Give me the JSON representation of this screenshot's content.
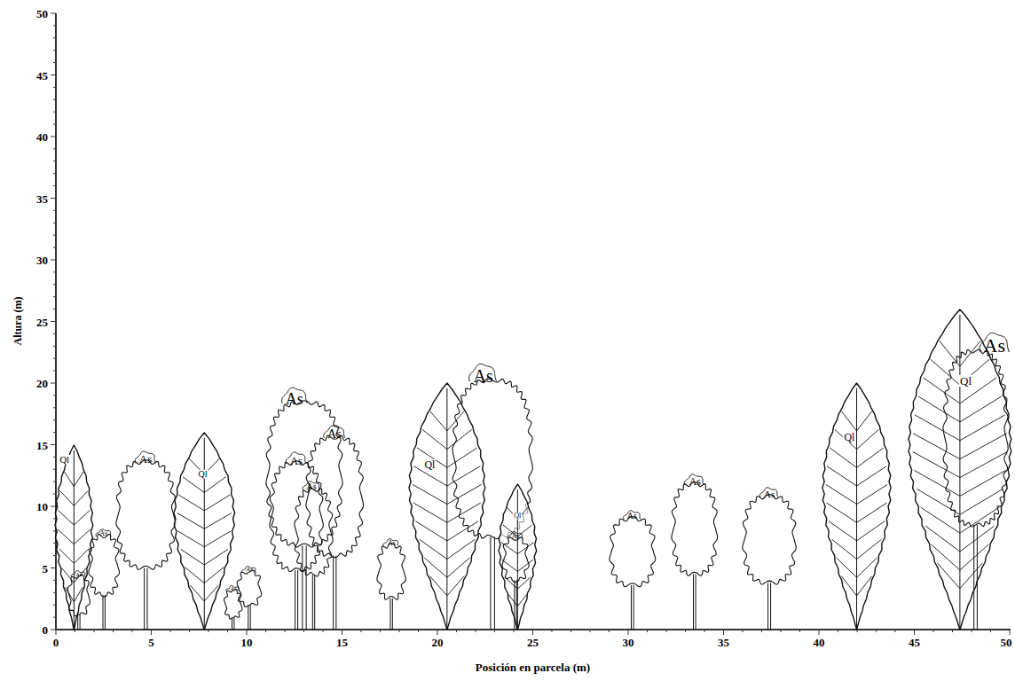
{
  "diagram": {
    "nodes": [
      {
        "text": [
          "Ql"
        ]
      },
      {
        "text": [
          "As"
        ]
      },
      {
        "text": [
          "As"
        ]
      },
      {
        "text": [
          "As"
        ]
      },
      {
        "text": [
          "Ql"
        ]
      },
      {
        "text": [
          "As"
        ]
      },
      {
        "text": [
          "As"
        ]
      },
      {
        "text": [
          "As"
        ]
      },
      {
        "text": [
          "As"
        ]
      },
      {
        "text": [
          "As"
        ]
      },
      {
        "text": [
          "As"
        ]
      },
      {
        "text": [
          "As"
        ]
      },
      {
        "text": [
          "Ql"
        ]
      },
      {
        "text": [
          "As"
        ]
      },
      {
        "text": [
          "Ql"
        ]
      },
      {
        "text": [
          "As"
        ]
      },
      {
        "text": [
          "As"
        ]
      },
      {
        "text": [
          "As"
        ]
      },
      {
        "text": [
          "As"
        ]
      },
      {
        "text": [
          "Ql"
        ]
      },
      {
        "text": [
          "Ql"
        ]
      },
      {
        "text": [
          "As"
        ]
      }
    ],
    "labels": [
      "Altura (m)",
      "50",
      "45",
      "40",
      "35",
      "30",
      "25",
      "20",
      "15",
      "10",
      "5",
      "0",
      "0",
      "5",
      "10",
      "15",
      "20",
      "25",
      "30",
      "35",
      "40",
      "45",
      "50",
      "Posición en parcela (m)"
    ]
  }
}
